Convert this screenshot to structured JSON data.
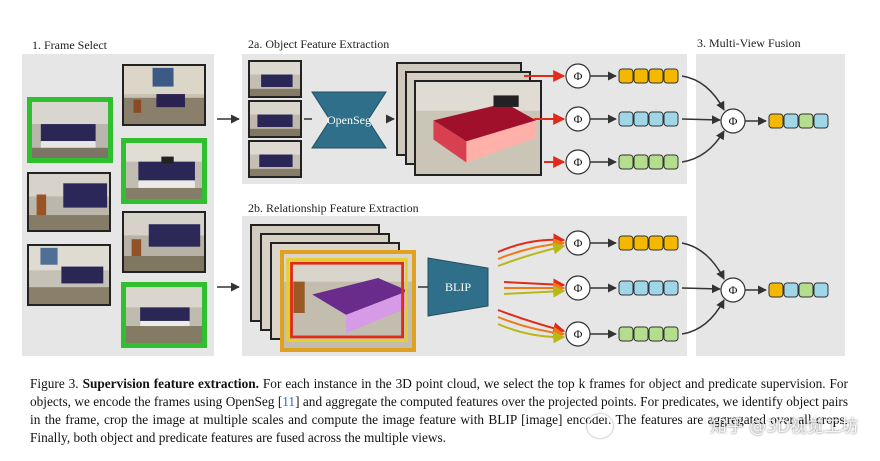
{
  "sections": {
    "frame_select": "1. Frame Select",
    "object_feature": "2a. Object Feature Extraction",
    "relationship_feature": "2b. Relationship Feature Extraction",
    "multi_view_fusion": "3. Multi-View Fusion"
  },
  "modules": {
    "openseg": "OpenSeg",
    "blip": "BLIP",
    "phi": "Φ"
  },
  "colors": {
    "panel_bg": "#e6e6e6",
    "selected_border": "#2fbf2f",
    "encoder_fill": "#2f6f8a",
    "feature_orange": "#f5b800",
    "feature_blue": "#9fd6e8",
    "feature_green": "#b5dd8e",
    "arrow_red": "#e02a1a",
    "arrow_orange": "#f07a1a",
    "arrow_yellow": "#b8b818"
  },
  "caption": {
    "figure_label": "Figure 3.",
    "title": "Supervision feature extraction.",
    "text_1": "For each instance in the 3D point cloud, we select the top k frames for object and predicate supervision. For objects, we encode the frames using OpenSeg [",
    "cite": "11",
    "text_2": "] and aggregate the computed features over the projected points. For predicates, we identify object pairs in the frame, crop the image at multiple scales and compute the image feature with BLIP [image] encoder. The features are aggregated over all crops. Finally, both object and predicate features are fused across the multiple views."
  },
  "watermark": "知乎 @3D视觉工坊"
}
